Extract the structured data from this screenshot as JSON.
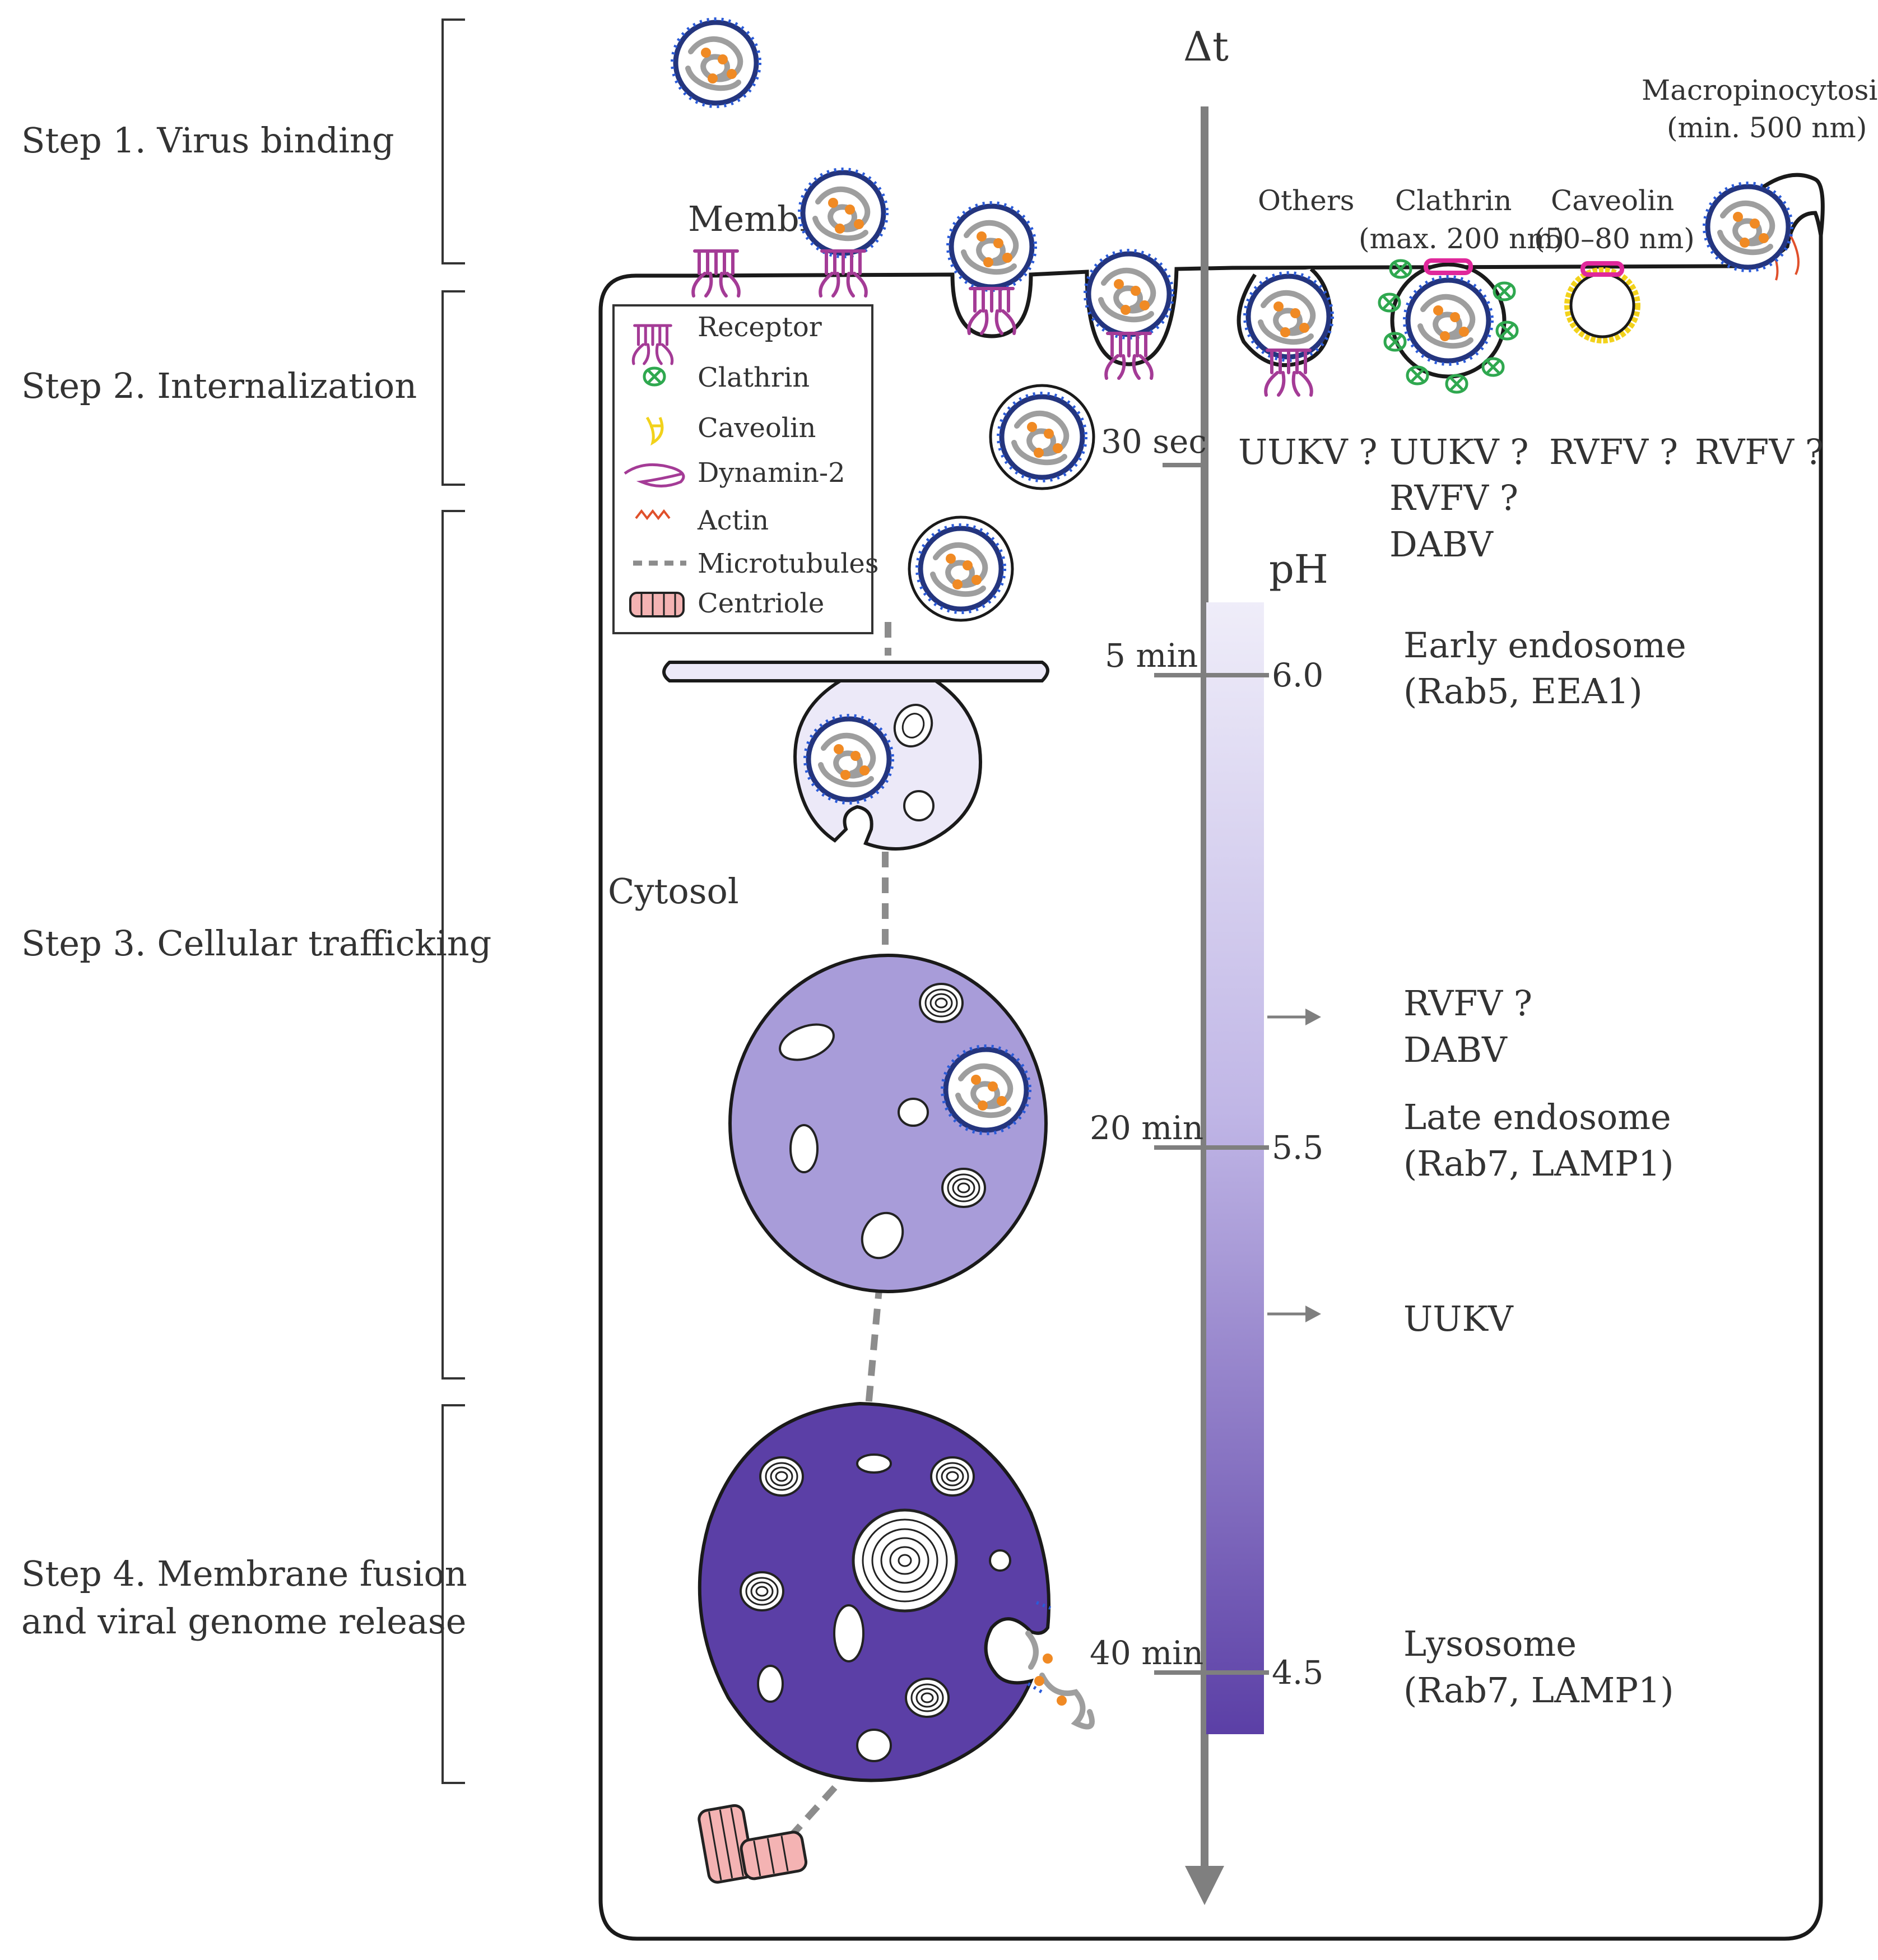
{
  "steps": {
    "step1": "Step 1. Virus binding",
    "step2": "Step 2. Internalization",
    "step3": "Step 3. Cellular trafficking",
    "step4_line1": "Step 4. Membrane fusion",
    "step4_line2": "and viral genome release"
  },
  "labels": {
    "membrane": "Membrane",
    "cytosol": "Cytosol",
    "delta_t": "Δt",
    "ph": "pH"
  },
  "pathways": {
    "others": "Others",
    "clathrin": "Clathrin",
    "clathrin_size": "(max. 200 nm)",
    "caveolin": "Caveolin",
    "caveolin_size": "(50–80 nm)",
    "macro": "Macropinocytosis",
    "macro_size": "(min. 500 nm)"
  },
  "legend": {
    "receptor": "Receptor",
    "clathrin": "Clathrin",
    "caveolin": "Caveolin",
    "dynamin": "Dynamin-2",
    "actin": "Actin",
    "microtubules": "Microtubules",
    "centriole": "Centriole"
  },
  "time_ticks": {
    "t1": "30 sec",
    "t2": "5 min",
    "t3": "20 min",
    "t4": "40 min"
  },
  "ph_ticks": {
    "p1": "6.0",
    "p2": "5.5",
    "p3": "4.5"
  },
  "viruses": {
    "others_uukv": "UUKV ?",
    "clathrin_uukv": "UUKV ?",
    "clathrin_rvfv": "RVFV ?",
    "clathrin_dabv": "DABV",
    "caveolin_rvfv": "RVFV ?",
    "macro_rvfv": "RVFV ?",
    "late_rvfv": "RVFV ?",
    "late_dabv": "DABV",
    "lys_uukv": "UUKV"
  },
  "compartments": {
    "early": "Early endosome",
    "early_markers": "(Rab5, EEA1)",
    "late": "Late endosome",
    "late_markers": "(Rab7, LAMP1)",
    "lys": "Lysosome",
    "lys_markers": "(Rab7, LAMP1)"
  },
  "colors": {
    "uukv": "#d0392b",
    "rvfv": "#2f9bd0",
    "dabv": "#2fa84f",
    "early_fill": "#ece9f8",
    "late_fill": "#a89cd9",
    "lys_fill": "#5b3fa6",
    "receptor": "#a43b96",
    "axis": "#7f7f7f"
  }
}
